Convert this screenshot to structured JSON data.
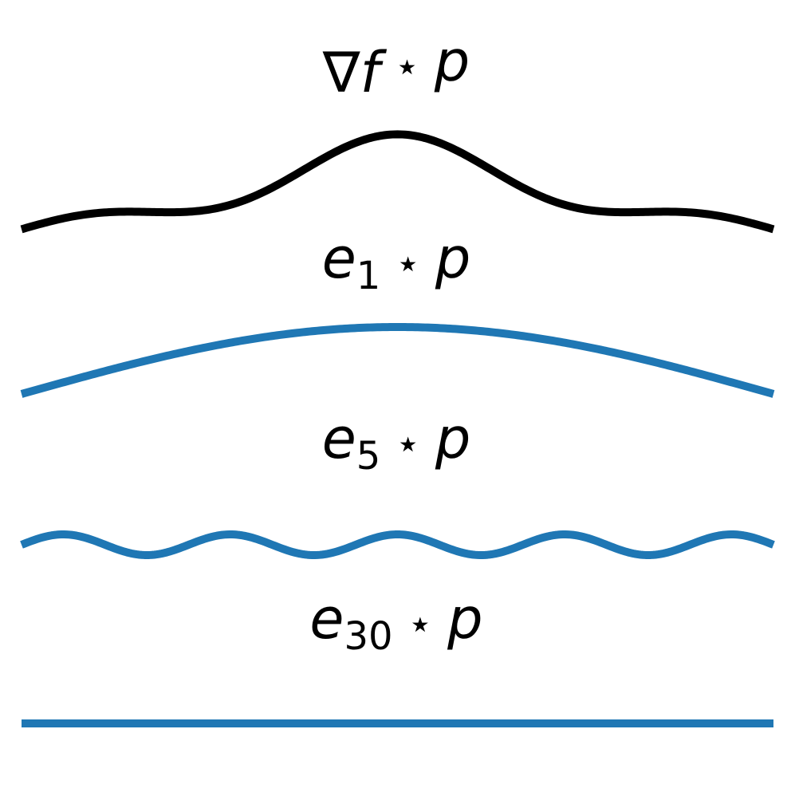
{
  "panels": [
    {
      "label": {
        "base": "∇f",
        "sub": "",
        "op": "⋆",
        "arg": "p"
      },
      "color": "#000000",
      "curve": {
        "offset": 0.16,
        "components": [
          {
            "k": 1,
            "amp": 0.55
          },
          {
            "k": 3,
            "amp": 0.18
          },
          {
            "k": 5,
            "amp": 0.12
          }
        ]
      }
    },
    {
      "label": {
        "base": "e",
        "sub": "1",
        "op": "⋆",
        "arg": "p"
      },
      "color": "#1f77b4",
      "curve": {
        "offset": 0.0,
        "components": [
          {
            "k": 1,
            "amp": 0.84
          }
        ]
      }
    },
    {
      "label": {
        "base": "e",
        "sub": "5",
        "op": "⋆",
        "arg": "p"
      },
      "color": "#1f77b4",
      "curve": {
        "offset": 0.0,
        "components": [
          {
            "k": 9,
            "amp": 0.13
          }
        ]
      }
    },
    {
      "label": {
        "base": "e",
        "sub": "30",
        "op": "⋆",
        "arg": "p"
      },
      "color": "#1f77b4",
      "curve": {
        "offset": 0.0,
        "components": []
      }
    }
  ]
}
